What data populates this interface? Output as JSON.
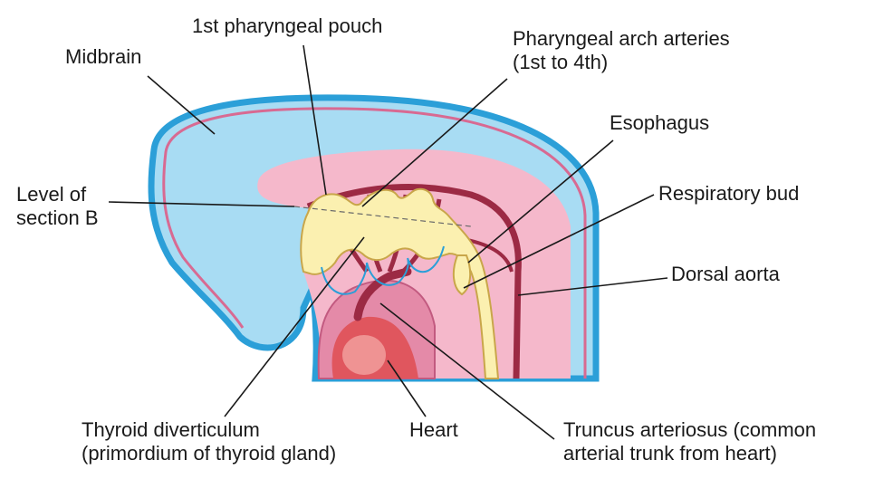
{
  "labels": {
    "midbrain": [
      "Midbrain"
    ],
    "pouch": [
      "1st pharyngeal pouch"
    ],
    "arch_arteries": [
      "Pharyngeal arch arteries",
      "(1st to 4th)"
    ],
    "esophagus": [
      "Esophagus"
    ],
    "respiratory_bud": [
      "Respiratory bud"
    ],
    "dorsal_aorta": [
      "Dorsal aorta"
    ],
    "level_section": [
      "Level of",
      "section B"
    ],
    "thyroid": [
      "Thyroid diverticulum",
      "(primordium of thyroid gland)"
    ],
    "heart": [
      "Heart"
    ],
    "truncus": [
      "Truncus arteriosus (common",
      "arterial trunk from heart)"
    ]
  },
  "colors": {
    "outer_blue": "#2b9fd8",
    "light_blue": "#a8dcf3",
    "pink": "#f5b8cb",
    "deep_pink": "#e07a9c",
    "maroon": "#9c2a44",
    "yellow": "#fbf0b0",
    "heart_red": "#e0565e"
  }
}
